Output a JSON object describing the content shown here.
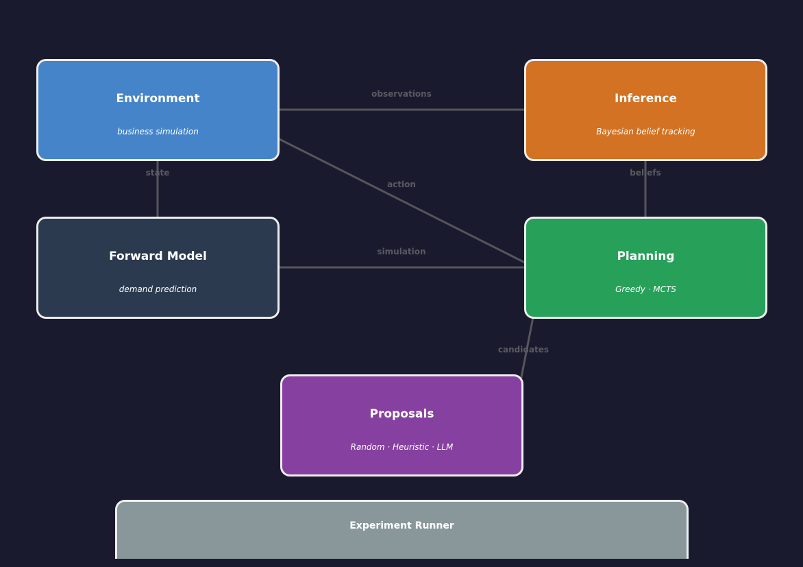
{
  "nodes": {
    "environment": {
      "title": "Environment",
      "subtitle": "business simulation",
      "color": "#4584c8"
    },
    "inference": {
      "title": "Inference",
      "subtitle": "Bayesian belief tracking",
      "color": "#d27222"
    },
    "forward_model": {
      "title": "Forward Model",
      "subtitle": "demand prediction",
      "color": "#2b3a4e"
    },
    "planning": {
      "title": "Planning",
      "subtitle": "Greedy · MCTS",
      "color": "#27a05a"
    },
    "proposals": {
      "title": "Proposals",
      "subtitle": "Random · Heuristic · LLM",
      "color": "#8640a0"
    },
    "experiment_runner": {
      "title": "Experiment Runner",
      "color": "#89979a"
    }
  },
  "edges": [
    {
      "from": "Environment",
      "to": "Inference",
      "label": "observations"
    },
    {
      "from": "Environment",
      "to": "Forward Model",
      "label": "state"
    },
    {
      "from": "Inference",
      "to": "Planning",
      "label": "beliefs"
    },
    {
      "from": "Planning",
      "to": "Environment",
      "label": "action"
    },
    {
      "from": "Forward Model",
      "to": "Planning",
      "label": "simulation"
    },
    {
      "from": "Proposals",
      "to": "Planning",
      "label": "candidates"
    }
  ],
  "colors": {
    "background": "#1a1a2e",
    "edge": "#55555c",
    "edge_label": "#5a5a62",
    "node_border": "#eeeeee"
  }
}
